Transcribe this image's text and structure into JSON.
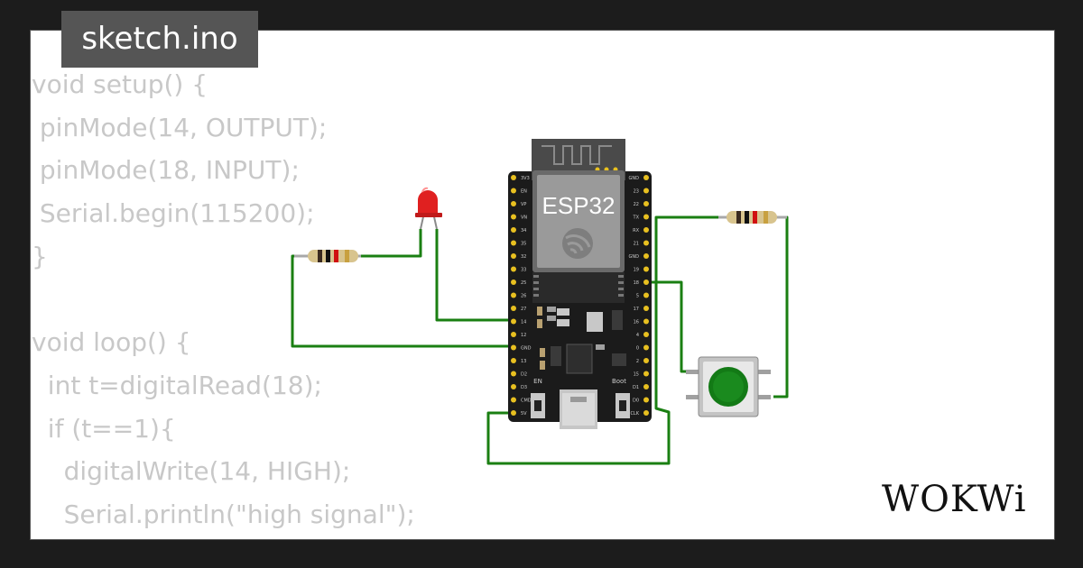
{
  "tab": {
    "filename": "sketch.ino"
  },
  "code_lines": [
    "void setup() {",
    " pinMode(14, OUTPUT);",
    " pinMode(18, INPUT);",
    " Serial.begin(115200);",
    "}",
    "",
    "void loop() {",
    "  int t=digitalRead(18);",
    "  if (t==1){",
    "    digitalWrite(14, HIGH);",
    "    Serial.println(\"high signal\");"
  ],
  "board": {
    "chip_label": "ESP32",
    "en_label": "EN",
    "boot_label": "Boot",
    "left_pins": [
      "3V3",
      "EN",
      "VP",
      "VN",
      "34",
      "35",
      "32",
      "33",
      "25",
      "26",
      "27",
      "14",
      "12",
      "GND",
      "13",
      "D2",
      "D3",
      "CMD",
      "5V"
    ],
    "right_pins": [
      "GND",
      "23",
      "22",
      "TX",
      "RX",
      "21",
      "GND",
      "19",
      "18",
      "5",
      "17",
      "16",
      "4",
      "0",
      "2",
      "15",
      "D1",
      "D0",
      "CLK"
    ]
  },
  "logo_text": "WOKWi",
  "colors": {
    "background": "#1c1c1c",
    "card": "#ffffff",
    "tab_bg": "#555555",
    "code_text": "#c8c8c8",
    "wire": "#1a7f12",
    "board": "#1b1b1b",
    "led": "#e02020",
    "button_cap": "#137a16"
  },
  "icons": [
    "espressif-logo-icon",
    "led-icon",
    "resistor-icon",
    "pushbutton-icon",
    "usb-connector-icon"
  ]
}
